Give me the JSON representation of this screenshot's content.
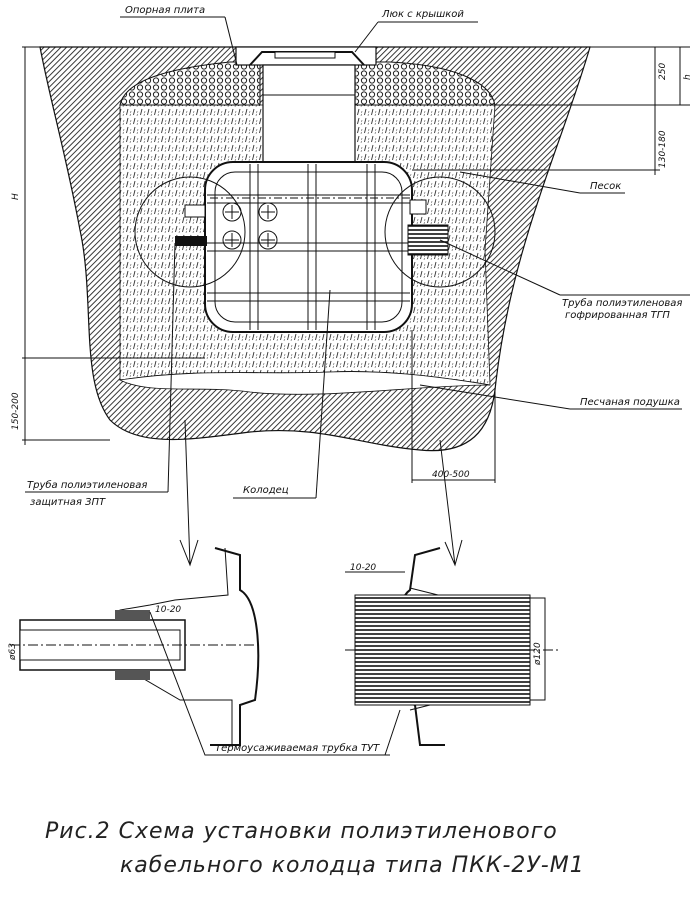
{
  "labels": {
    "support_plate": "Опорная плита",
    "hatch_with_lid": "Люк с крышкой",
    "sand": "Песок",
    "corrugated_pipe_1": "Труба полиэтиленовая",
    "corrugated_pipe_2": "гофрированная ТГП",
    "sand_cushion": "Песчаная подушка",
    "protective_pipe_1": "Труба полиэтиленовая",
    "protective_pipe_2": "защитная ЗПТ",
    "well": "Колодец",
    "heat_shrink": "Термоусаживаемая трубка ТУТ"
  },
  "dimensions": {
    "d250": "250",
    "h": "h",
    "d130_180": "130-180",
    "H": "H",
    "d150_200": "150-200",
    "d400_500": "400-500",
    "left_gap": "10-20",
    "right_gap": "10-20",
    "d63": "ø63",
    "d120": "ø120"
  },
  "caption": {
    "line1": "Рис.2 Схема установки полиэтиленового",
    "line2": "кабельного колодца типа ПКК-2У-М1"
  }
}
